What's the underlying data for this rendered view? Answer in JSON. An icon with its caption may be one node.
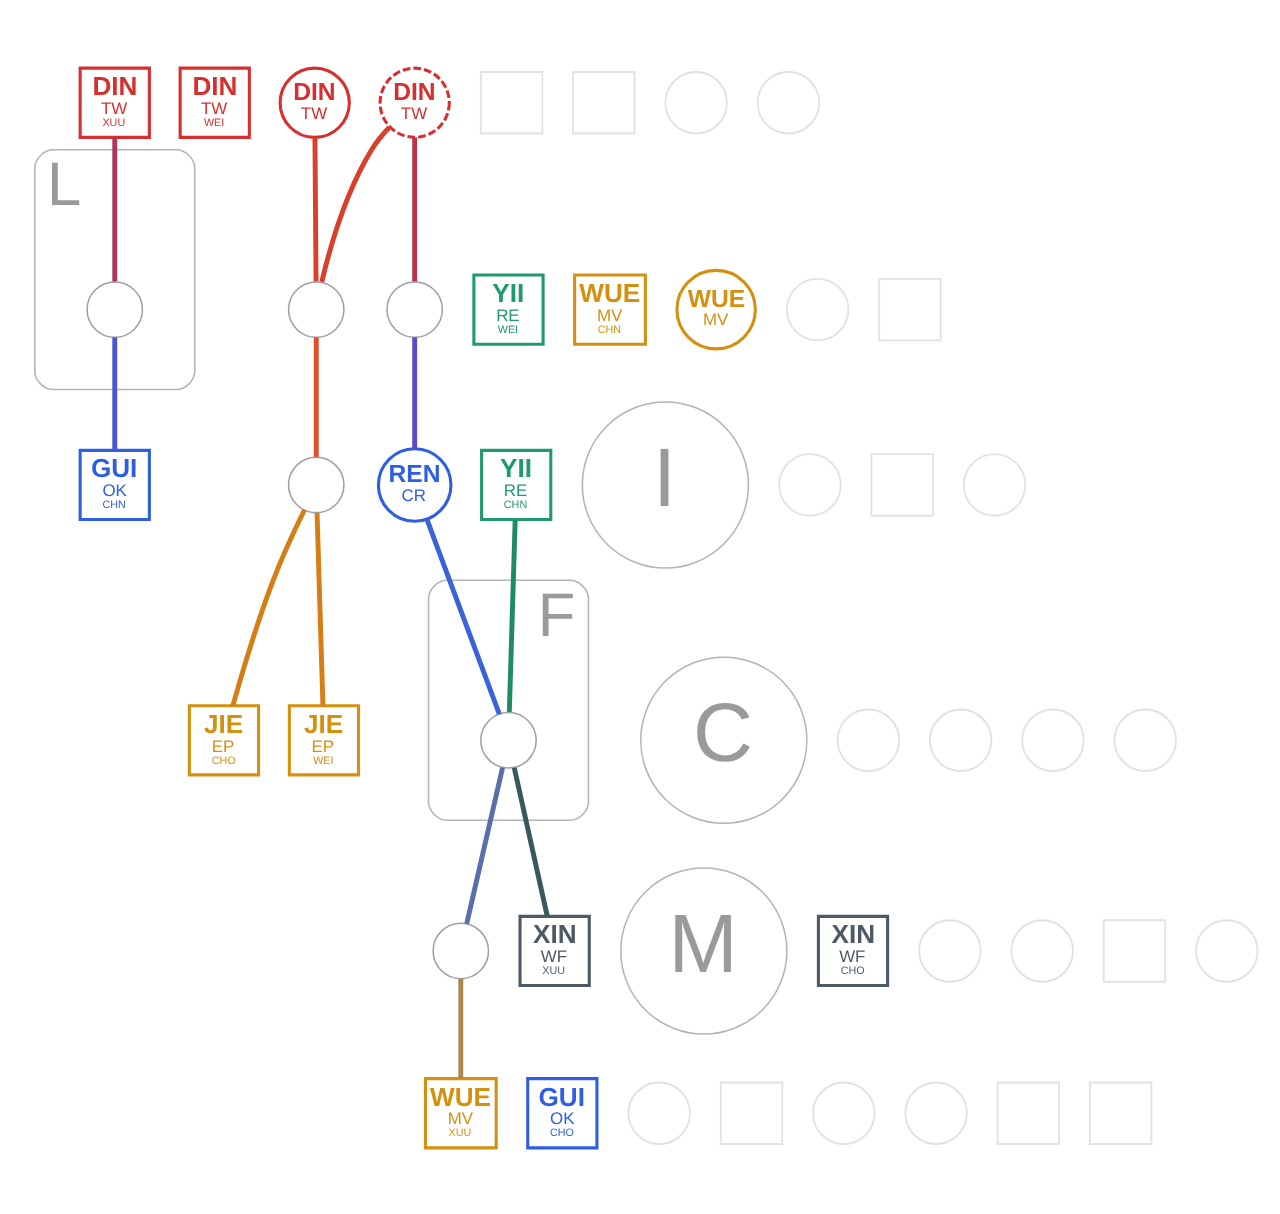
{
  "diagram": {
    "nodes": [
      {
        "text": [
          "DIN",
          "TW",
          "XUU"
        ]
      },
      {
        "text": [
          "DIN",
          "TW",
          "WEI"
        ]
      },
      {
        "text": [
          "DIN",
          "TW"
        ]
      },
      {
        "text": [
          "DIN",
          "TW"
        ]
      },
      {
        "text": [
          "YII",
          "RE",
          "WEI"
        ]
      },
      {
        "text": [
          "WUE",
          "MV",
          "CHN"
        ]
      },
      {
        "text": [
          "I"
        ]
      },
      {
        "text": [
          "WUE",
          "MV"
        ]
      },
      {
        "text": [],
        "shape": "circle"
      },
      {
        "text": [],
        "shape": "circle"
      },
      {
        "text": [
          "WUE",
          "MV",
          "XUU"
        ]
      },
      {
        "text": [
          "L"
        ]
      },
      {
        "text": [],
        "shape": "circle",
        "in": 11
      },
      {
        "text": [],
        "shape": "circle"
      },
      {
        "text": [
          "C"
        ]
      },
      {
        "text": [
          "JIE",
          "EP",
          "CHO"
        ]
      },
      {
        "text": [
          "YII",
          "RE",
          "CHN"
        ]
      },
      {
        "text": [
          "JIE",
          "EP",
          "WEI"
        ]
      },
      {
        "text": [],
        "shape": "circle"
      },
      {
        "text": [
          "F"
        ]
      },
      {
        "text": [],
        "shape": "circle",
        "in": 19
      },
      {
        "text": [
          "M"
        ]
      },
      {
        "text": [
          "REN",
          "CR"
        ]
      },
      {
        "text": [
          "GUI",
          "OK",
          "CHN"
        ]
      },
      {
        "text": [
          "XIN",
          "WF",
          "CHO"
        ]
      },
      {
        "text": [
          "GUI",
          "OK",
          "CHO"
        ]
      },
      {
        "text": [
          "XIN",
          "WF",
          "XUU"
        ]
      },
      {
        "text": [],
        "shape": "box"
      },
      {
        "text": [],
        "shape": "box"
      },
      {
        "text": [],
        "shape": "circle"
      },
      {
        "text": [],
        "shape": "circle"
      },
      {
        "text": [],
        "shape": "circle"
      },
      {
        "text": [],
        "shape": "box"
      },
      {
        "text": [],
        "shape": "circle"
      },
      {
        "text": [],
        "shape": "box"
      },
      {
        "text": [],
        "shape": "circle"
      },
      {
        "text": [],
        "shape": "circle"
      },
      {
        "text": [],
        "shape": "circle"
      },
      {
        "text": [],
        "shape": "circle"
      },
      {
        "text": [],
        "shape": "circle"
      },
      {
        "text": [],
        "shape": "circle"
      },
      {
        "text": [],
        "shape": "circle"
      },
      {
        "text": [],
        "shape": "box"
      },
      {
        "text": [],
        "shape": "circle"
      },
      {
        "text": [],
        "shape": "circle"
      },
      {
        "text": [],
        "shape": "box"
      },
      {
        "text": [],
        "shape": "circle"
      },
      {
        "text": [],
        "shape": "circle"
      },
      {
        "text": [],
        "shape": "box"
      },
      {
        "text": [],
        "shape": "box"
      }
    ],
    "edges": [
      {
        "from": 0,
        "to": 12,
        "arrow": "none",
        "color": "#b0365c"
      },
      {
        "from": 12,
        "to": 23,
        "arrow": "none",
        "color": "#4a55d4"
      },
      {
        "from": 2,
        "to": 13,
        "arrow": "none",
        "color": "#b8344a"
      },
      {
        "from": 13,
        "to": 22,
        "arrow": "none",
        "color": "#5a4cc8"
      },
      {
        "from": 2,
        "to": 8,
        "arrow": "none",
        "color": "#d8402a"
      },
      {
        "from": 3,
        "to": 8,
        "arrow": "none",
        "color": "#d8402a"
      },
      {
        "from": 8,
        "to": 9,
        "arrow": "none",
        "color": "#e0502a"
      },
      {
        "from": 9,
        "to": 15,
        "arrow": "none",
        "color": "#d77d16"
      },
      {
        "from": 9,
        "to": 17,
        "arrow": "none",
        "color": "#d77d16"
      },
      {
        "from": 22,
        "to": 20,
        "arrow": "none",
        "color": "#3a63d8"
      },
      {
        "from": 20,
        "to": 18,
        "arrow": "none",
        "color": "#5a6ea8"
      },
      {
        "from": 18,
        "to": 10,
        "arrow": "none",
        "color": "#a88a4c"
      },
      {
        "from": 16,
        "to": 20,
        "arrow": "none",
        "color": "#1f8a66"
      },
      {
        "from": 20,
        "to": 26,
        "arrow": "none",
        "color": "#37595b"
      }
    ]
  }
}
